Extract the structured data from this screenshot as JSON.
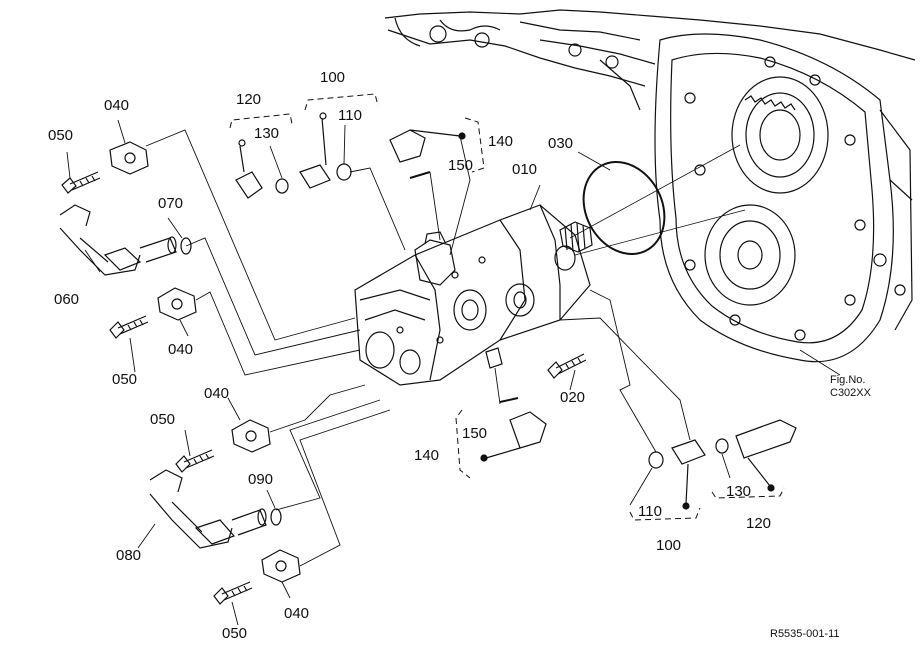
{
  "parts": {
    "p010": "010",
    "p020": "020",
    "p030": "030",
    "p040a": "040",
    "p040b": "040",
    "p040c": "040",
    "p040d": "040",
    "p050a": "050",
    "p050b": "050",
    "p050c": "050",
    "p050d": "050",
    "p060": "060",
    "p070": "070",
    "p080": "080",
    "p090": "090",
    "p100a": "100",
    "p100b": "100",
    "p110a": "110",
    "p110b": "110",
    "p120a": "120",
    "p120b": "120",
    "p130a": "130",
    "p130b": "130",
    "p140a": "140",
    "p140b": "140",
    "p150a": "150",
    "p150b": "150"
  },
  "figure_ref": {
    "line1": "Fig.No.",
    "line2": "C302XX"
  },
  "drawing_code": "R5535-001-11"
}
